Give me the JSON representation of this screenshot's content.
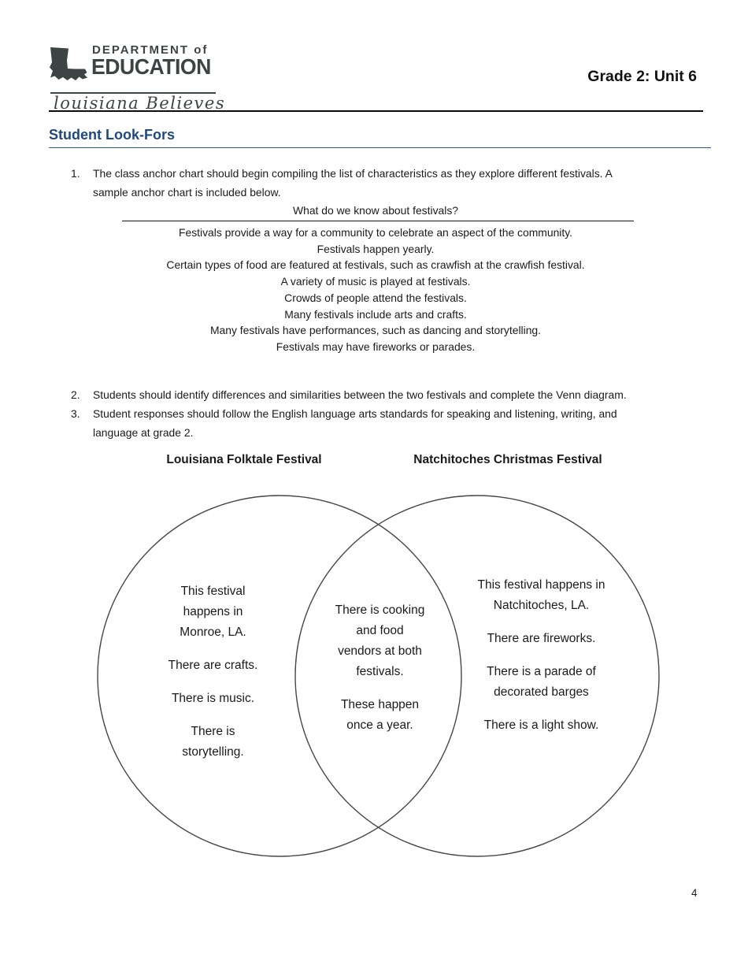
{
  "header": {
    "logo": {
      "dept_line": "DEPARTMENT of",
      "edu_line": "EDUCATION",
      "tagline": "louisiana Believes"
    },
    "doc_title": "Grade 2: Unit 6"
  },
  "section_title": "Student Look-Fors",
  "list_items": [
    {
      "num": "1.",
      "lines": [
        "The class anchor chart should begin compiling the list of characteristics as they explore different festivals. A",
        "sample anchor chart is included below."
      ]
    },
    {
      "num": "2.",
      "lines": [
        "Students should identify differences and similarities between the two festivals and complete the Venn diagram."
      ]
    },
    {
      "num": "3.",
      "lines": [
        "Student responses should follow the English language arts standards for speaking and listening, writing, and",
        "language at grade 2."
      ]
    }
  ],
  "anchor_chart": {
    "title": "What do we know about festivals?",
    "rows": [
      "Festivals provide a way for a community to celebrate an aspect of the community.",
      "Festivals happen yearly.",
      "Certain types of food are featured at festivals, such as crawfish at the crawfish festival.",
      "A variety of music is played at festivals.",
      "Crowds of people attend the festivals.",
      "Many festivals include arts and crafts.",
      "Many festivals have performances, such as dancing and storytelling.",
      "Festivals may have fireworks or parades."
    ]
  },
  "venn": {
    "left_title": "Louisiana Folktale Festival",
    "right_title": "Natchitoches Christmas Festival",
    "left": [
      [
        "This festival",
        "happens in",
        "Monroe, LA."
      ],
      [
        "There are crafts."
      ],
      [
        "There is music."
      ],
      [
        "There is",
        "storytelling."
      ]
    ],
    "middle": [
      [
        "There is cooking",
        "and food",
        "vendors at both",
        "festivals."
      ],
      [
        "These happen",
        "once a year."
      ]
    ],
    "right": [
      [
        "This festival happens in",
        "Natchitoches, LA."
      ],
      [
        "There are fireworks."
      ],
      [
        "There is a parade of",
        "decorated barges"
      ],
      [
        "There is a light show."
      ]
    ]
  },
  "page_number": "4",
  "colors": {
    "heading_blue": "#1f497d",
    "logo_color": "#3c4543",
    "body_text": "#1a1a1a",
    "venn_stroke": "#474747"
  }
}
